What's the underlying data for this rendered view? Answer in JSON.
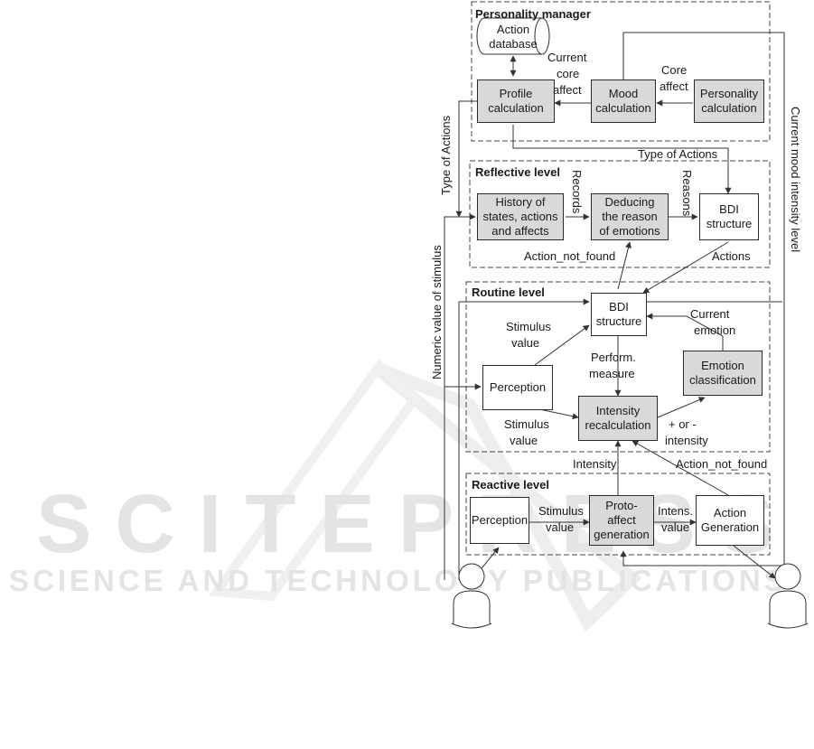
{
  "watermark": {
    "brand": "SCITEPRESS",
    "tagline": "SCIENCE AND TECHNOLOGY PUBLICATIONS"
  },
  "sections": {
    "personality": "Personality manager",
    "reflective": "Reflective level",
    "routine": "Routine level",
    "reactive": "Reactive level"
  },
  "nodes": {
    "action_db": "Action\ndatabase",
    "profile": "Profile\ncalculation",
    "mood": "Mood\ncalculation",
    "personality": "Personality\ncalculation",
    "history": "History of\nstates, actions\nand affects",
    "deducing": "Deducing\nthe reason\nof emotions",
    "bdi_reflective": "BDI\nstructure",
    "bdi_routine": "BDI\nstructure",
    "perception_routine": "Perception",
    "intensity_recalc": "Intensity\nrecalculation",
    "emotion_class": "Emotion\nclassification",
    "perception_reactive": "Perception",
    "proto_affect": "Proto-\naffect\ngeneration",
    "action_gen": "Action\nGeneration"
  },
  "edge_labels": {
    "current_core_affect": [
      "Current",
      "core",
      "affect"
    ],
    "core_affect": [
      "Core",
      "affect"
    ],
    "type_of_actions_h": "Type of Actions",
    "type_of_actions_v": "Type of Actions",
    "records": "Records",
    "reasons": "Reasons",
    "action_not_found_top": "Action_not_found",
    "actions": "Actions",
    "numeric_value": "Numeric value of stimulus",
    "current_mood": "Current mood intensity level",
    "stimulus_value_top": [
      "Stimulus",
      "value"
    ],
    "perform_measure": [
      "Perform.",
      "measure"
    ],
    "current_emotion": [
      "Current",
      "emotion"
    ],
    "stimulus_value_bottom": [
      "Stimulus",
      "value"
    ],
    "plus_minus_intensity": [
      "+ or -",
      "intensity"
    ],
    "intensity": "Intensity",
    "action_not_found_bottom": "Action_not_found",
    "stimulus_value_reactive": [
      "Stimulus",
      "value"
    ],
    "intens_value": [
      "Intens.",
      "value"
    ]
  }
}
